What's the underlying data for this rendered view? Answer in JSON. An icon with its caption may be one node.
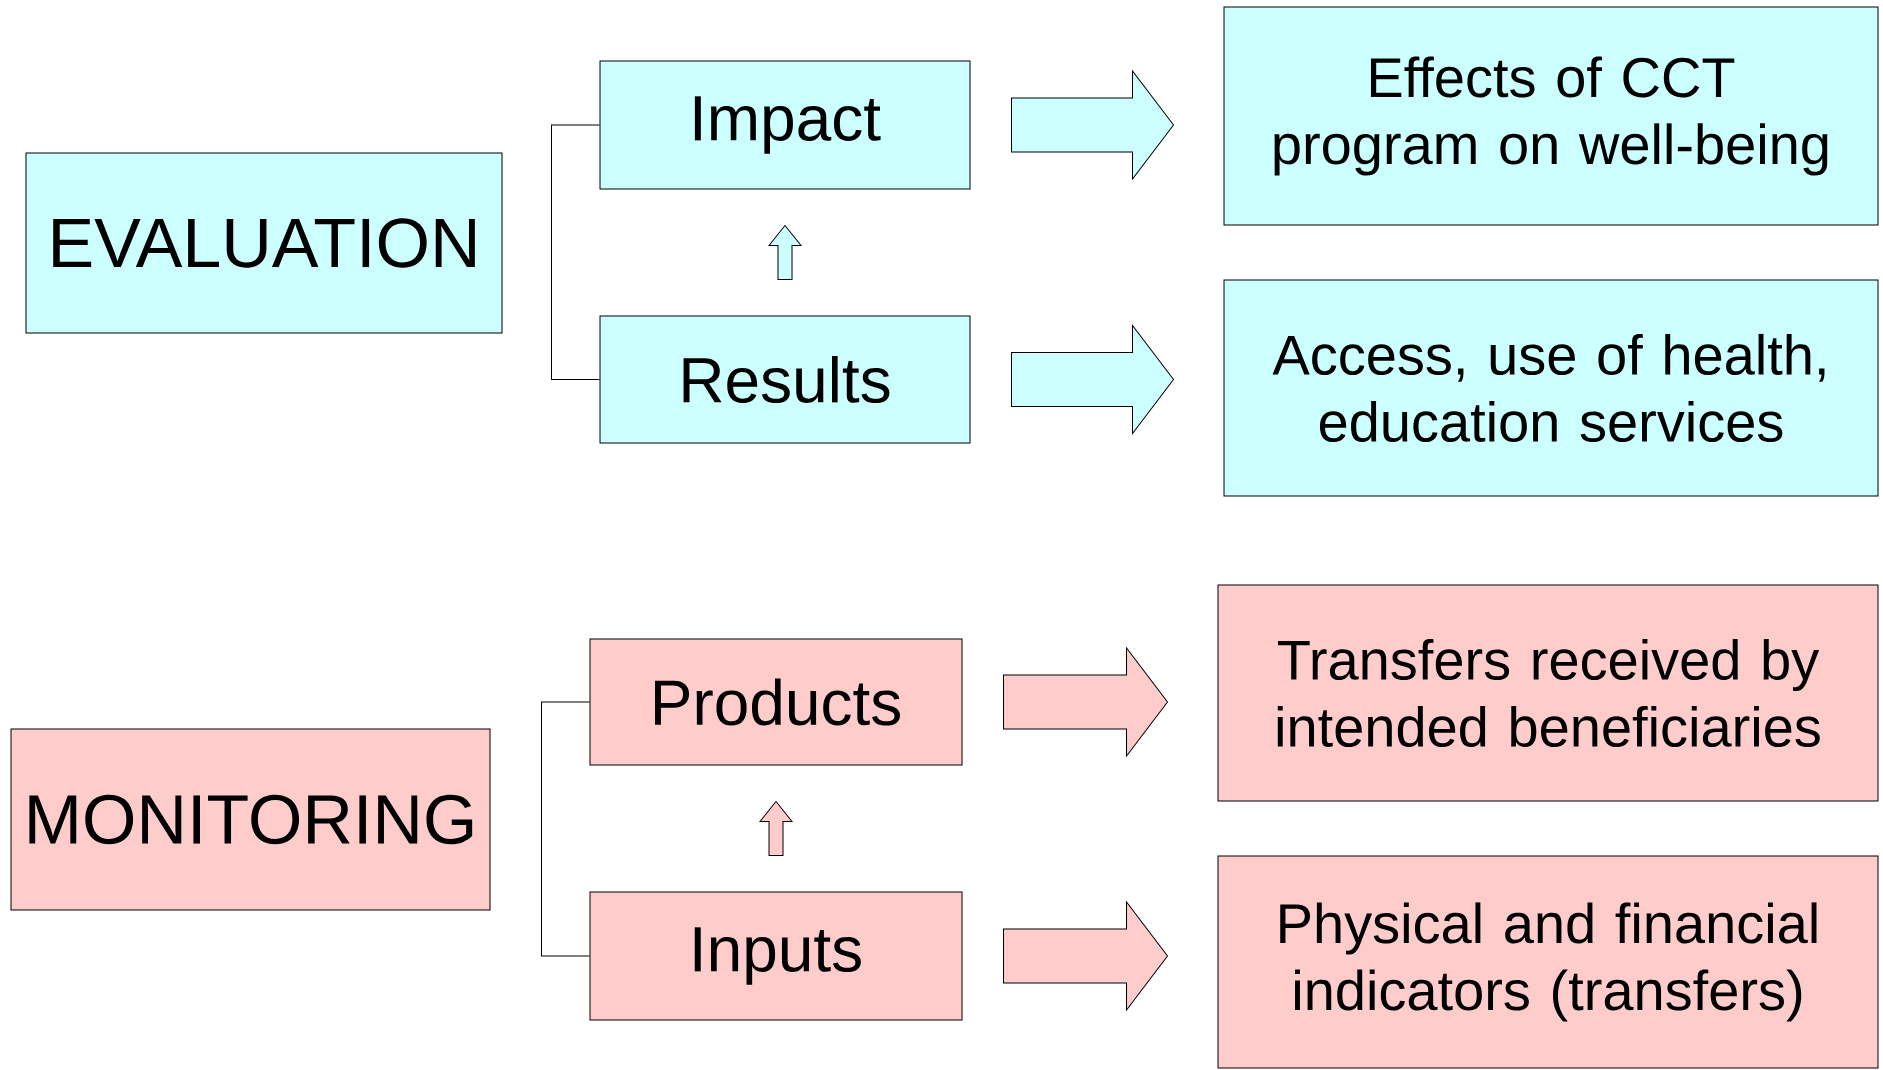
{
  "diagram": {
    "nodes": [
      {
        "text": [
          "EVALUATION"
        ]
      },
      {
        "text": [
          "Impact"
        ]
      },
      {
        "text": [
          "Results"
        ]
      },
      {
        "text": [
          "Effects of CCT program on well-being"
        ]
      },
      {
        "text": [
          "Access, use of health, education services"
        ]
      },
      {
        "text": [
          "MONITORING"
        ]
      },
      {
        "text": [
          "Products"
        ]
      },
      {
        "text": [
          "Inputs"
        ]
      },
      {
        "text": [
          "Transfers received by intended beneficiaries"
        ]
      },
      {
        "text": [
          "Physical and financial indicators (transfers)"
        ]
      }
    ],
    "edges": [
      {
        "from": 1,
        "to": 2,
        "arrow": "none"
      },
      {
        "from": 1,
        "to": 3,
        "arrow": "to",
        "color": "#ccffff"
      },
      {
        "from": 2,
        "to": 1,
        "arrow": "to",
        "color": "#ccffff"
      },
      {
        "from": 2,
        "to": 4,
        "arrow": "to",
        "color": "#ccffff"
      },
      {
        "from": 6,
        "to": 7,
        "arrow": "none"
      },
      {
        "from": 6,
        "to": 8,
        "arrow": "to",
        "color": "#ffcccc"
      },
      {
        "from": 7,
        "to": 6,
        "arrow": "to",
        "color": "#ffcccc"
      },
      {
        "from": 7,
        "to": 9,
        "arrow": "to",
        "color": "#ffcccc"
      }
    ]
  }
}
